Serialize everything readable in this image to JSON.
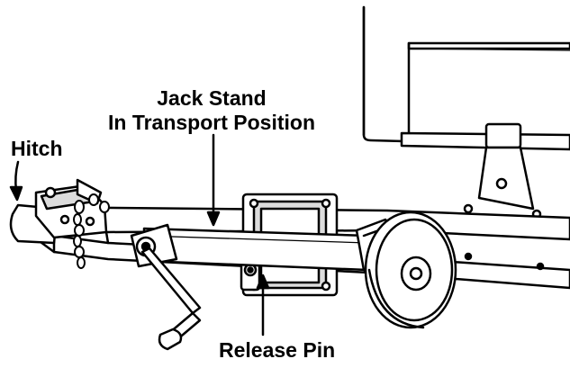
{
  "labels": {
    "jack_stand_line1": "Jack Stand",
    "jack_stand_line2": "In Transport Position",
    "hitch": "Hitch",
    "release_pin": "Release Pin"
  },
  "colors": {
    "ink": "#000000",
    "paper": "#ffffff",
    "shade": "#dcdcdc"
  }
}
